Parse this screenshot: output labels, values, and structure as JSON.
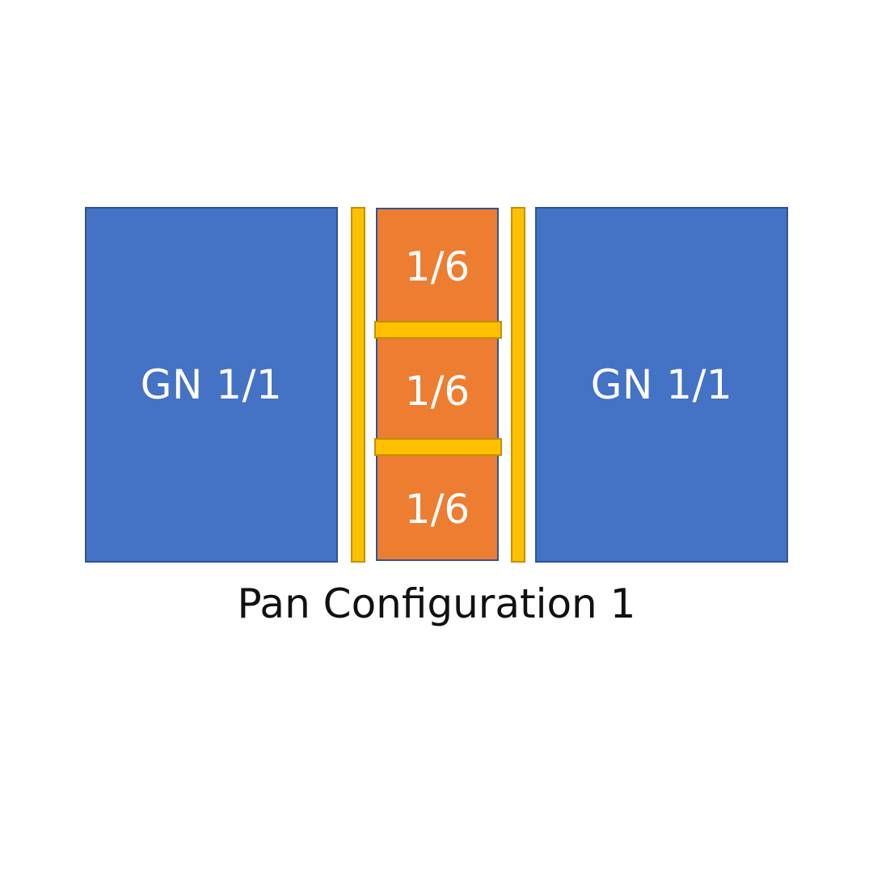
{
  "diagram": {
    "left_pan": {
      "label": "GN 1/1"
    },
    "center_pans": [
      {
        "label": "1/6"
      },
      {
        "label": "1/6"
      },
      {
        "label": "1/6"
      }
    ],
    "right_pan": {
      "label": "GN 1/1"
    },
    "caption": "Pan Configuration 1"
  },
  "colors": {
    "full_pan": "#4472c4",
    "sixth_pan": "#ed7d31",
    "divider_bar": "#ffc000",
    "caption_text": "#111111"
  }
}
